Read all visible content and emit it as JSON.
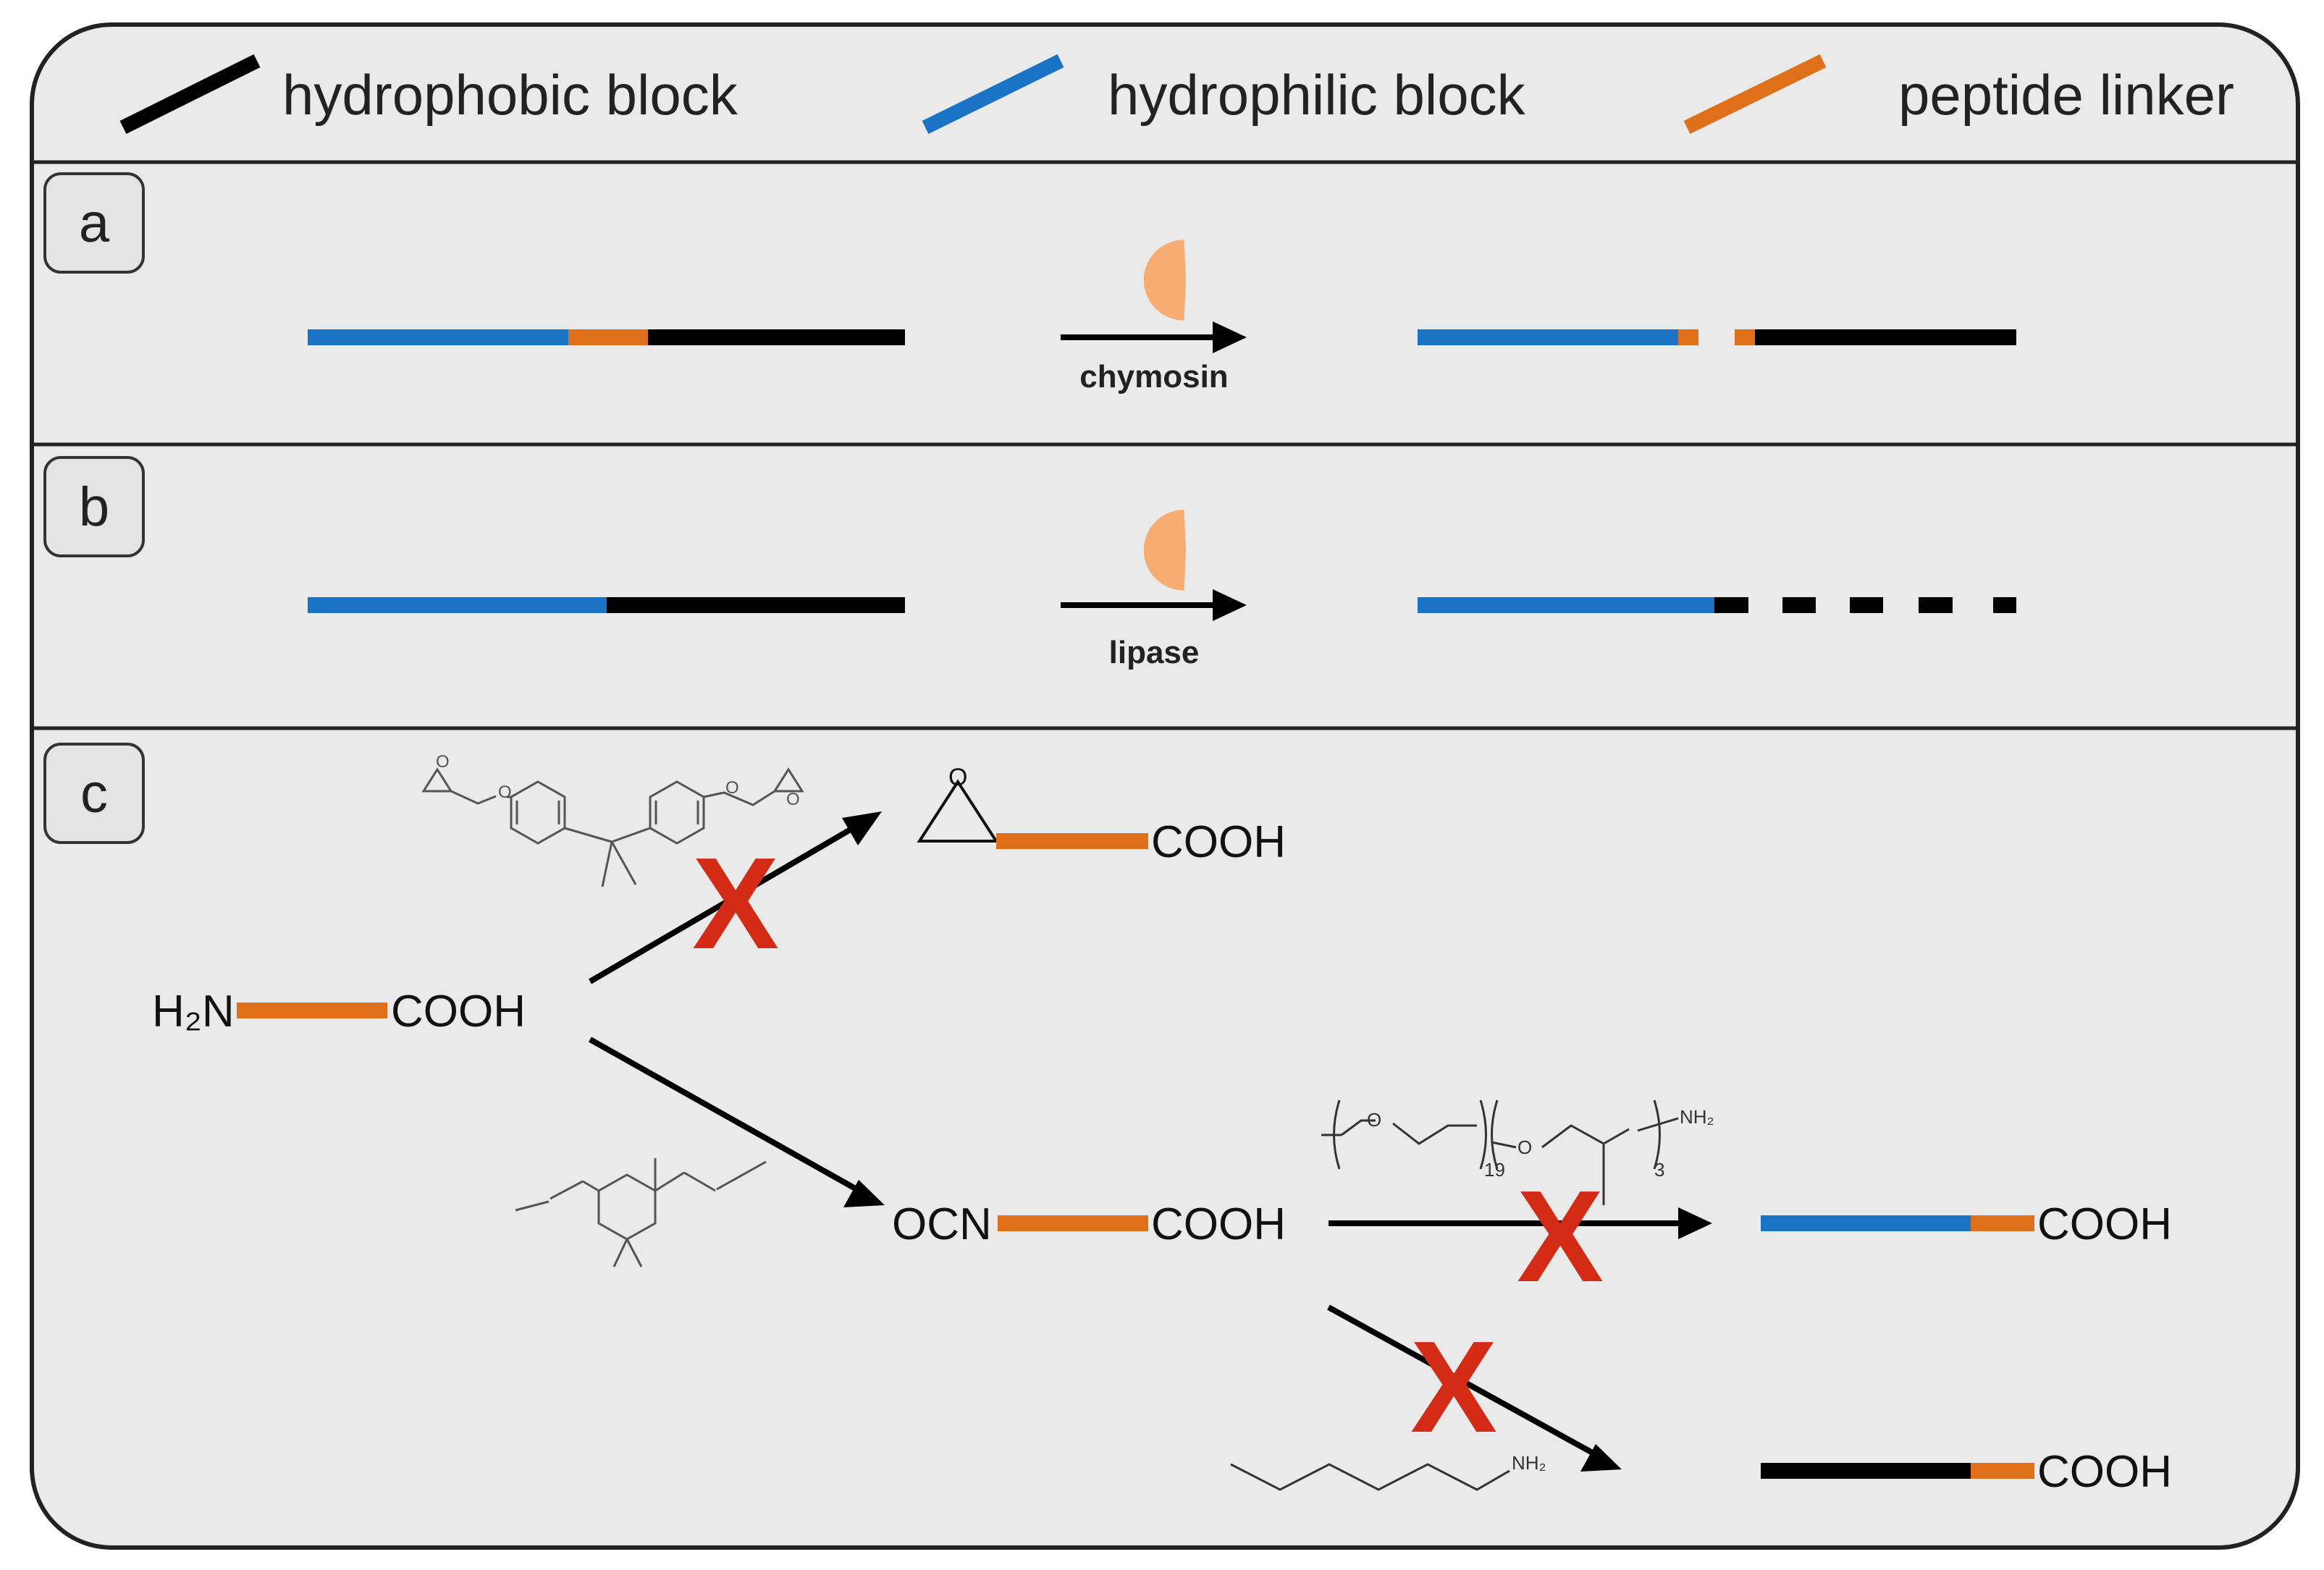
{
  "legend": {
    "hydrophobic_label": "hydrophobic block",
    "hydrophilic_label": "hydrophilic block",
    "linker_label": "peptide linker"
  },
  "colors": {
    "hydrophobic": "#000000",
    "hydrophilic": "#1a73c4",
    "linker": "#e06f1a",
    "enzyme": "#f7ac72",
    "cross": "#d42b17",
    "panel_bg": "#eaeaea",
    "border": "#222222"
  },
  "panel_a": {
    "label": "a",
    "enzyme_label": "chymosin"
  },
  "panel_b": {
    "label": "b",
    "enzyme_label": "lipase"
  },
  "panel_c": {
    "label": "c",
    "start_left": "H₂N",
    "start_right": "COOH",
    "epoxide_product_right": "COOH",
    "epoxide_o": "O",
    "isocyanate_left": "OCN",
    "isocyanate_right": "COOH",
    "peg_product_right": "COOH",
    "alkyl_product_right": "COOH",
    "bisepoxide_o": "O",
    "peg_o": "O",
    "peg_nh2": "NH₂",
    "peg_sub_19": "19",
    "peg_sub_3": "3",
    "hexylamine_nh2": "NH₂",
    "cross_mark": "X"
  }
}
